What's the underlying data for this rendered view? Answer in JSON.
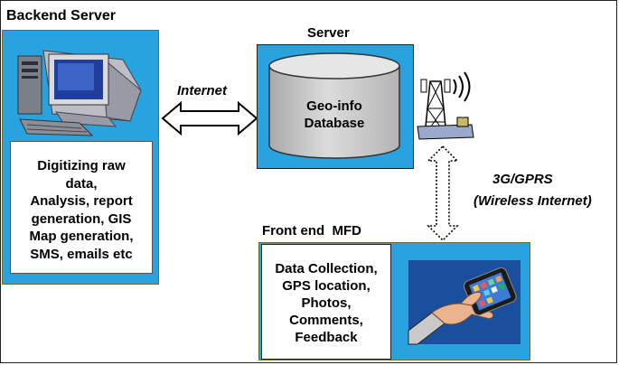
{
  "backend": {
    "title": "Backend Server",
    "lines": [
      "Digitizing raw",
      "data,",
      "Analysis, report",
      "generation, GIS",
      "Map generation,",
      "SMS, emails etc"
    ]
  },
  "server": {
    "title": "Server",
    "db_line1": "Geo-info",
    "db_line2": "Database"
  },
  "links": {
    "internet": "Internet",
    "wireless_line1": "3G/GPRS",
    "wireless_line2": "(Wireless Internet)"
  },
  "frontend": {
    "title": "Front end  MFD",
    "lines": [
      "Data Collection,",
      "GPS location,",
      "Photos,",
      "Comments,",
      "Feedback"
    ]
  },
  "icons": {
    "backend": "desktop-computer-icon",
    "tower": "cell-tower-icon",
    "phone": "smartphone-in-hand-icon"
  },
  "colors": {
    "panel_blue": "#29a3e0",
    "database_gray": "#c8c8c8",
    "phone_panel": "#1a4f9e"
  }
}
